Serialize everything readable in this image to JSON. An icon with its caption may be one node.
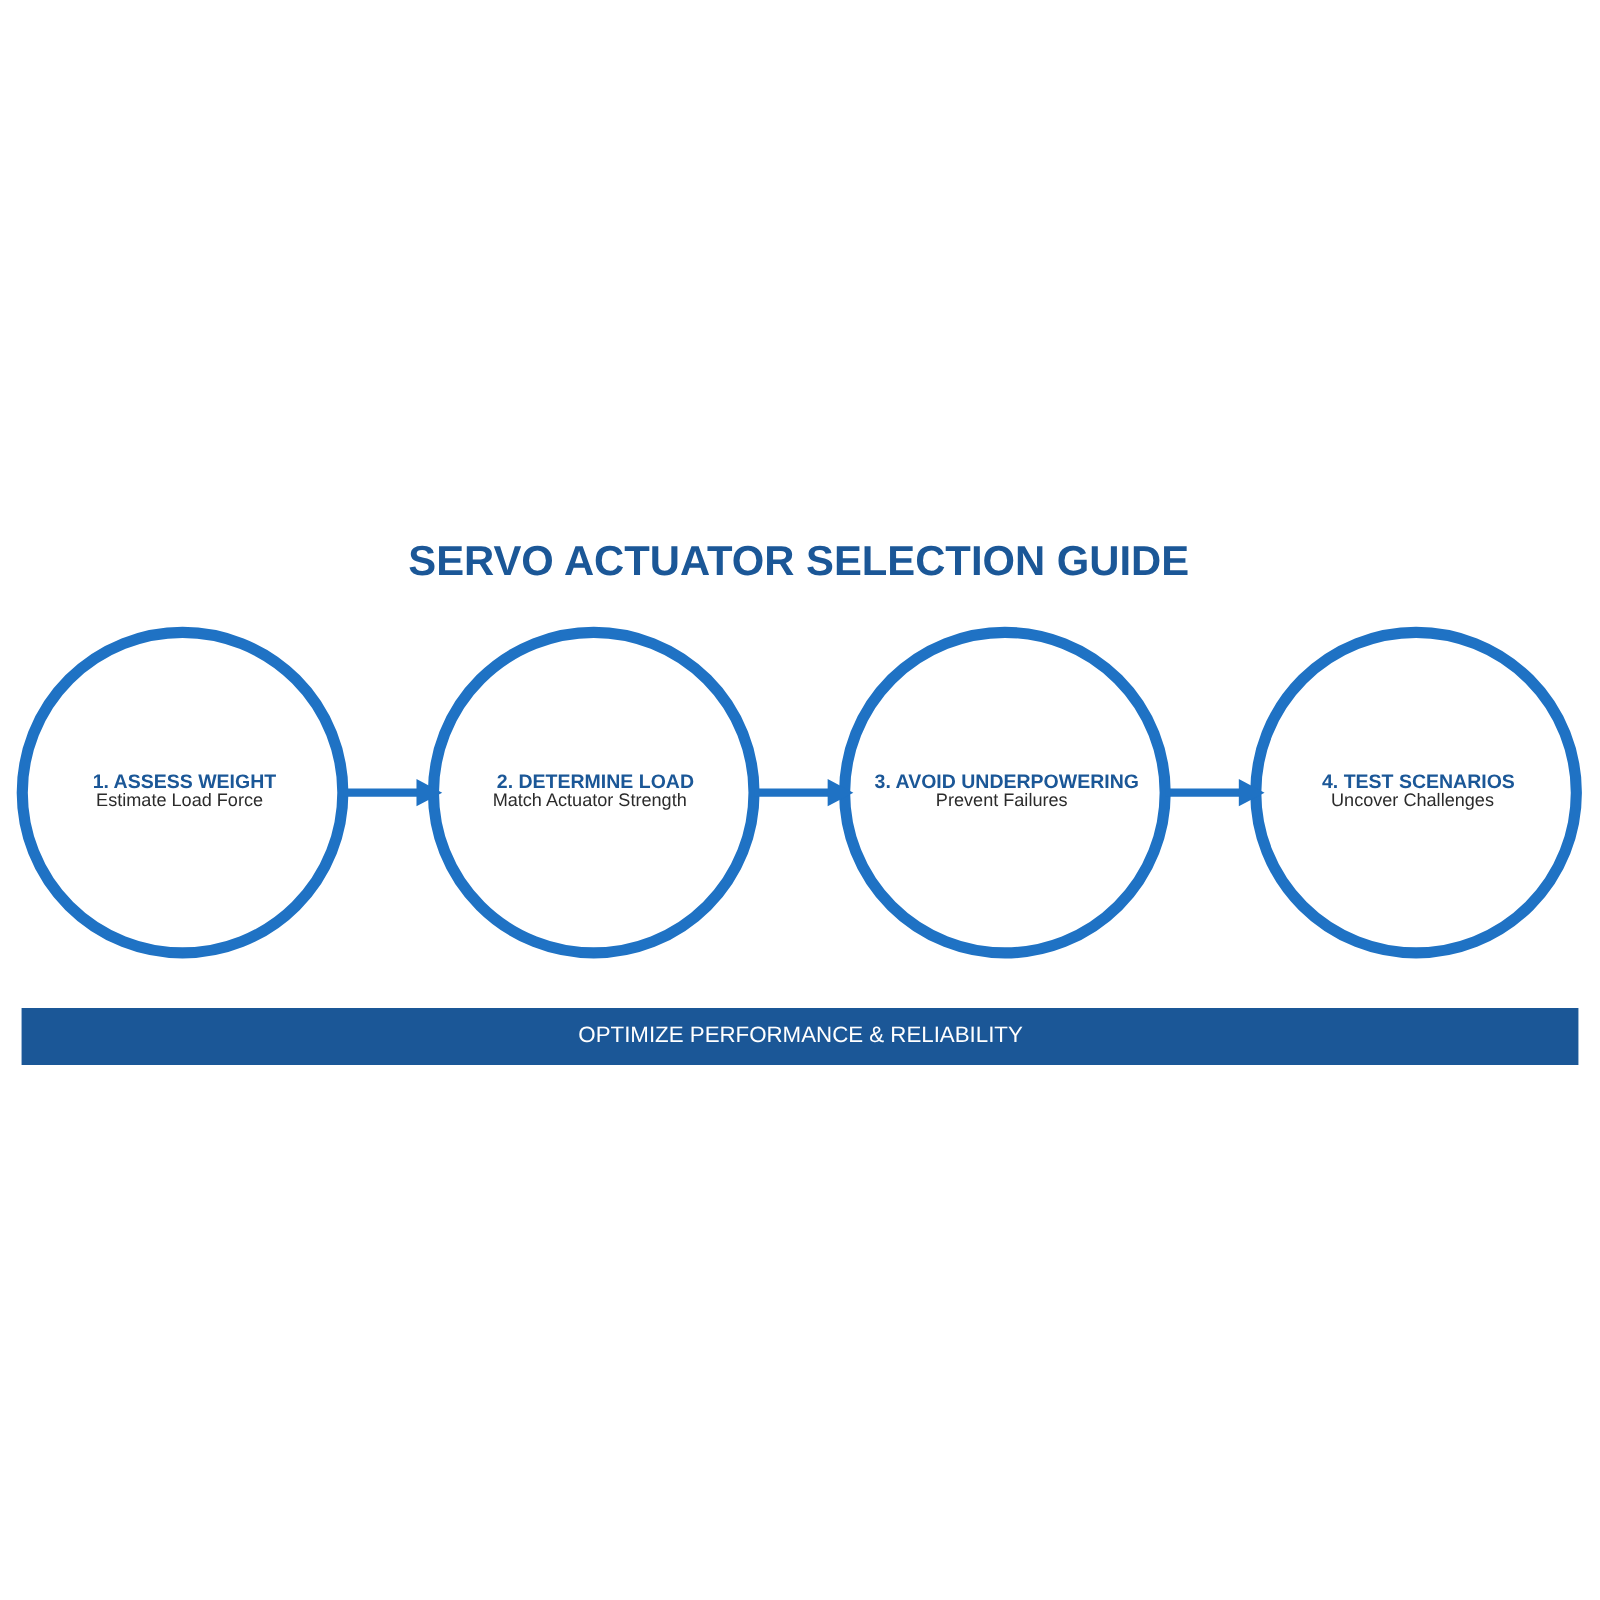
{
  "diagram": {
    "title": "SERVO ACTUATOR SELECTION GUIDE",
    "nodes": [
      {
        "text": [
          "1. ASSESS WEIGHT",
          "Estimate Load Force"
        ]
      },
      {
        "text": [
          "2. DETERMINE LOAD",
          "Match Actuator Strength"
        ]
      },
      {
        "text": [
          "3. AVOID UNDERPOWERING",
          "Prevent Failures"
        ]
      },
      {
        "text": [
          "4. TEST SCENARIOS",
          "Uncover Challenges"
        ]
      },
      {
        "text": [
          "OPTIMIZE PERFORMANCE & RELIABILITY"
        ]
      }
    ],
    "edges": [
      {
        "from": 0,
        "to": 1,
        "arrow": "to"
      },
      {
        "from": 1,
        "to": 2,
        "arrow": "to"
      },
      {
        "from": 2,
        "to": 3,
        "arrow": "to"
      }
    ]
  }
}
